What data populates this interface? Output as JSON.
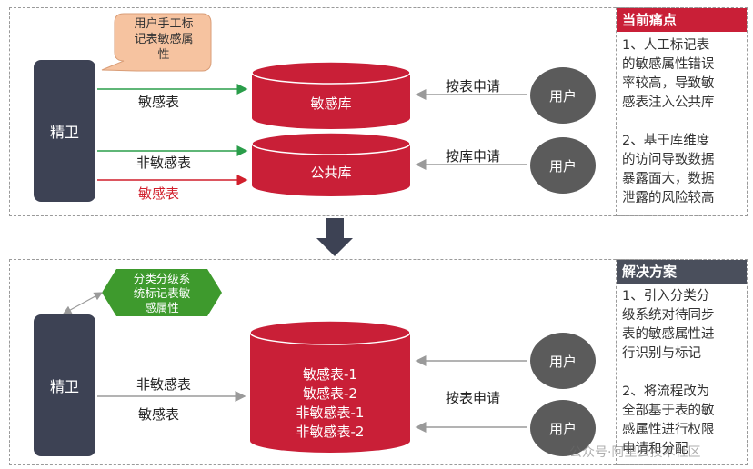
{
  "top": {
    "app": "精卫",
    "note": "用户手工标\n记表敏感属\n性",
    "db_sensitive": "敏感库",
    "db_public": "公共库",
    "arrow_sensitive": "敏感表",
    "arrow_nonsensitive": "非敏感表",
    "arrow_sensitive_red": "敏感表",
    "request_by_table": "按表申请",
    "request_by_db": "按库申请",
    "user1": "用户",
    "user2": "用户",
    "side_title": "当前痛点",
    "side_text": "1、人工标记表\n的敏感属性错误\n率较高，导致敏\n感表注入公共库\n\n2、基于库维度\n的访问导致数据\n暴露面大，数据\n泄露的风险较高"
  },
  "bottom": {
    "app": "精卫",
    "note": "分类分级系\n统标记表敏\n感属性",
    "db_items": [
      "敏感表-1",
      "敏感表-2",
      "非敏感表-1",
      "非敏感表-2"
    ],
    "arrow_nonsensitive": "非敏感表",
    "arrow_sensitive": "敏感表",
    "request_by_table": "按表申请",
    "user1": "用户",
    "user2": "用户",
    "side_title": "解决方案",
    "side_text": "1、引入分类分\n级系统对待同步\n表的敏感属性进\n行识别与标记\n\n2、将流程改为\n全部基于表的敏\n感属性进行权限\n申请和分配"
  },
  "watermark": "公众号·阿里云技术社区",
  "colors": {
    "db_red": "#c91f37",
    "app_dark": "#3d4254",
    "user_gray": "#5b5b5b",
    "note_orange": "#f6c3a0",
    "note_green": "#3e9a2d",
    "arrow_green": "#2a9d4a",
    "arrow_red": "#d11f2c",
    "title_red": "#c91f37",
    "title_gray": "#4a4f5c"
  }
}
